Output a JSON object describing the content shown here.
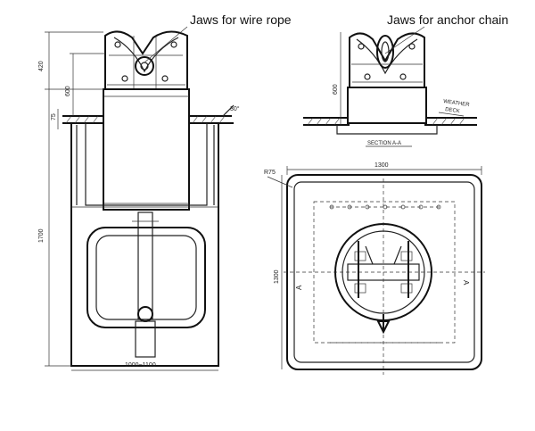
{
  "labels": {
    "jaws_wire_rope": "Jaws for wire rope",
    "jaws_anchor_chain": "Jaws for anchor chain"
  },
  "dimensions": {
    "height_top": "420",
    "height_jaw": "600",
    "flange": "75",
    "angle": "30°",
    "height_total": "1700",
    "width_bottom": "1000~1100",
    "plan_width": "1300",
    "plan_height": "1300",
    "radius": "R75",
    "section_height": "600"
  },
  "section": {
    "weather_deck_line1": "WEATHER",
    "weather_deck_line2": "DECK",
    "section_label": "SECTION A-A",
    "section_mark": "A"
  }
}
